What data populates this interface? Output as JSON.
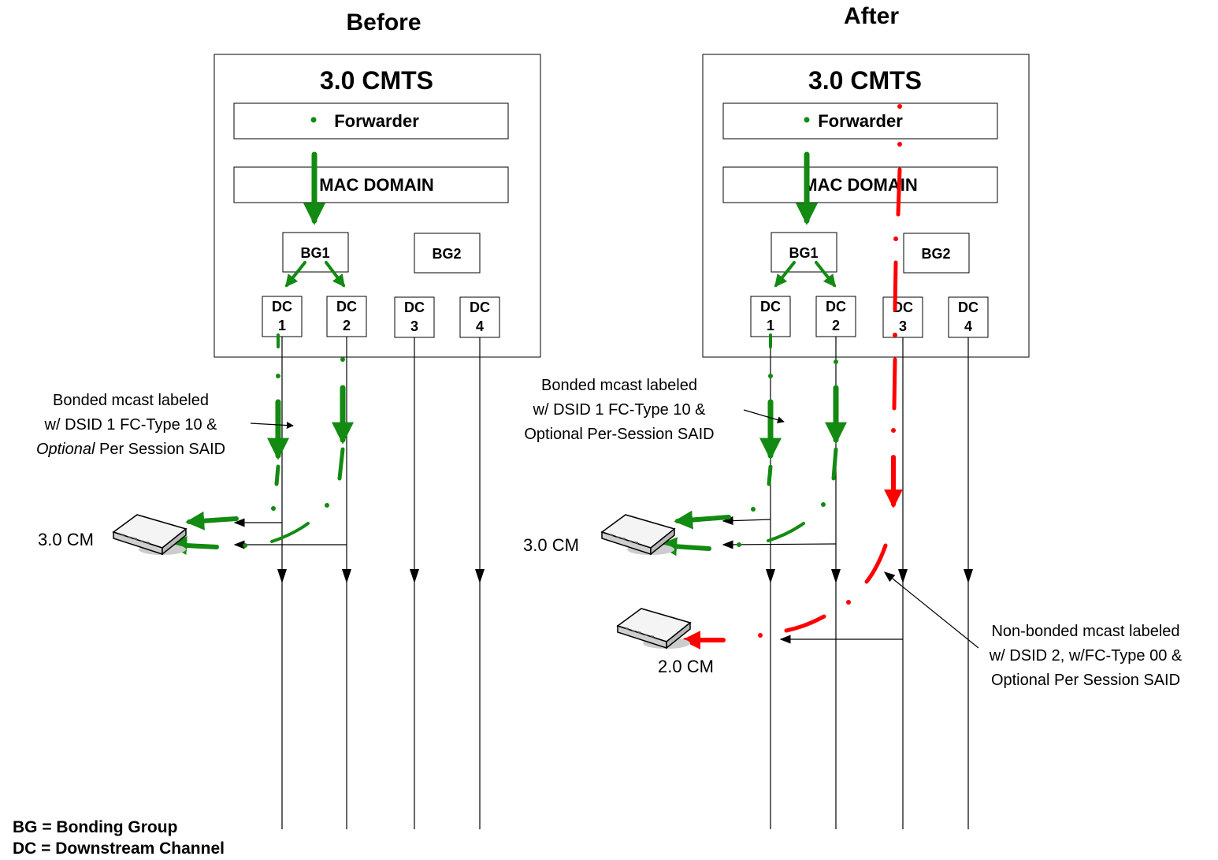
{
  "before": {
    "title": "Before",
    "cmts_title": "3.0 CMTS",
    "forwarder": "Forwarder",
    "mac_domain": "MAC DOMAIN",
    "bg1": "BG1",
    "bg2": "BG2",
    "channels": [
      {
        "line1": "DC",
        "line2": "1"
      },
      {
        "line1": "DC",
        "line2": "2"
      },
      {
        "line1": "DC",
        "line2": "3"
      },
      {
        "line1": "DC",
        "line2": "4"
      }
    ],
    "annotation": {
      "line1": "Bonded mcast labeled",
      "line2": "w/ DSID 1 FC-Type 10 &",
      "line3_italic": "Optional",
      "line3_rest": " Per Session SAID"
    },
    "cm_label": "3.0 CM"
  },
  "after": {
    "title": "After",
    "cmts_title": "3.0 CMTS",
    "forwarder": "Forwarder",
    "mac_domain": "MAC DOMAIN",
    "bg1": "BG1",
    "bg2": "BG2",
    "channels": [
      {
        "line1": "DC",
        "line2": "1"
      },
      {
        "line1": "DC",
        "line2": "2"
      },
      {
        "line1": "DC",
        "line2": "3"
      },
      {
        "line1": "DC",
        "line2": "4"
      }
    ],
    "annotation_bonded": {
      "line1": "Bonded mcast labeled",
      "line2": "w/ DSID 1 FC-Type 10 &",
      "line3": "Optional Per-Session SAID"
    },
    "annotation_nonbonded": {
      "line1": "Non-bonded mcast labeled",
      "line2": "w/ DSID 2, w/FC-Type 00 &",
      "line3": "Optional Per Session SAID"
    },
    "cm30_label": "3.0 CM",
    "cm20_label": "2.0 CM"
  },
  "legend": {
    "bg": "BG = Bonding Group",
    "dc": "DC = Downstream Channel"
  },
  "colors": {
    "bonded_flow": "#138a12",
    "nonbonded_flow": "#ff0000"
  }
}
